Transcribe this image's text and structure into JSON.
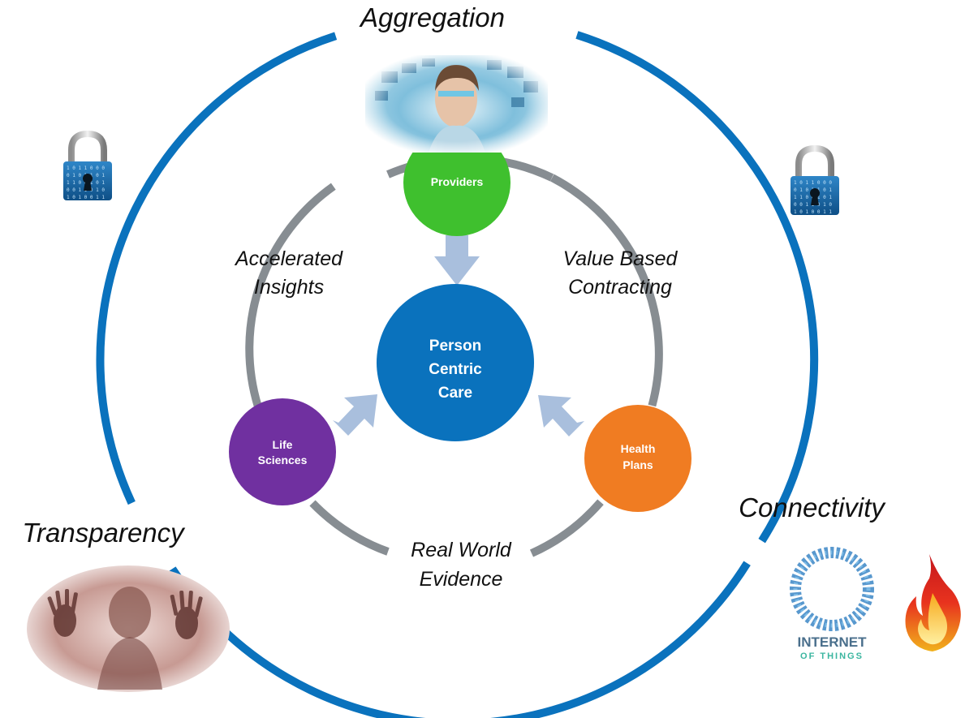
{
  "outer_labels": {
    "top": "Aggregation",
    "right": "Connectivity",
    "left": "Transparency"
  },
  "segment_labels": {
    "left": [
      "Accelerated",
      "Insights"
    ],
    "right": [
      "Value Based",
      "Contracting"
    ],
    "bottom": [
      "Real World",
      "Evidence"
    ]
  },
  "nodes": {
    "top": "Providers",
    "left": [
      "Life",
      "Sciences"
    ],
    "right": [
      "Health",
      "Plans"
    ]
  },
  "center": [
    "Person",
    "Centric",
    "Care"
  ],
  "iot_logo": {
    "line1": "INTERNET",
    "line2": "OF THINGS"
  },
  "colors": {
    "outer_ring": "#0a72bd",
    "inner_ring": "#878d92",
    "center": "#0a72bd",
    "providers": "#3fc02e",
    "life_sciences": "#7030a0",
    "health_plans": "#f07c22",
    "arrows": "#a9bfdd"
  }
}
